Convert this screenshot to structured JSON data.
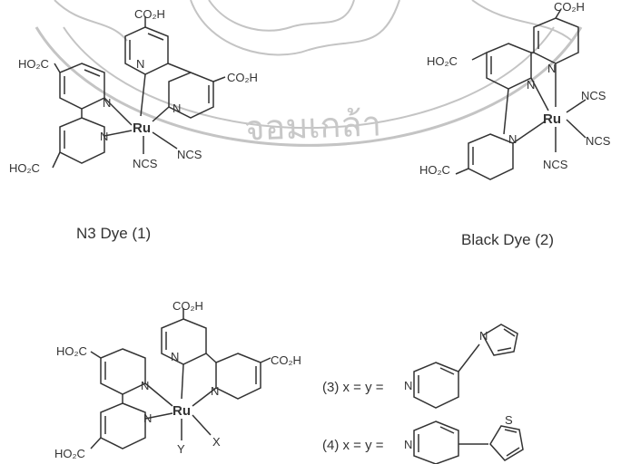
{
  "watermark": {
    "text": "จอมเกล้า"
  },
  "molecules": {
    "n3": {
      "caption": "N3 Dye (1)",
      "co2h_top": "CO₂H",
      "ho2c_left": "HO₂C",
      "co2h_right": "CO₂H",
      "ho2c_bottom": "HO₂C",
      "metal": "Ru",
      "ncs_bottom": "NCS",
      "ncs_right": "NCS"
    },
    "black": {
      "caption": "Black Dye (2)",
      "co2h_top": "CO₂H",
      "ho2c_left": "HO₂C",
      "ho2c_bottom": "HO₂C",
      "metal": "Ru",
      "ncs_1": "NCS",
      "ncs_2": "NCS",
      "ncs_3": "NCS"
    },
    "complex": {
      "co2h_top": "CO₂H",
      "ho2c_left": "HO₂C",
      "co2h_right": "CO₂H",
      "ho2c_bottom": "HO₂C",
      "metal": "Ru",
      "ligand_y": "Y",
      "ligand_x": "X",
      "variant_3": "(3) x = y =",
      "variant_4": "(4) x = y =",
      "hetero_s": "S"
    }
  },
  "atom_n": "N"
}
